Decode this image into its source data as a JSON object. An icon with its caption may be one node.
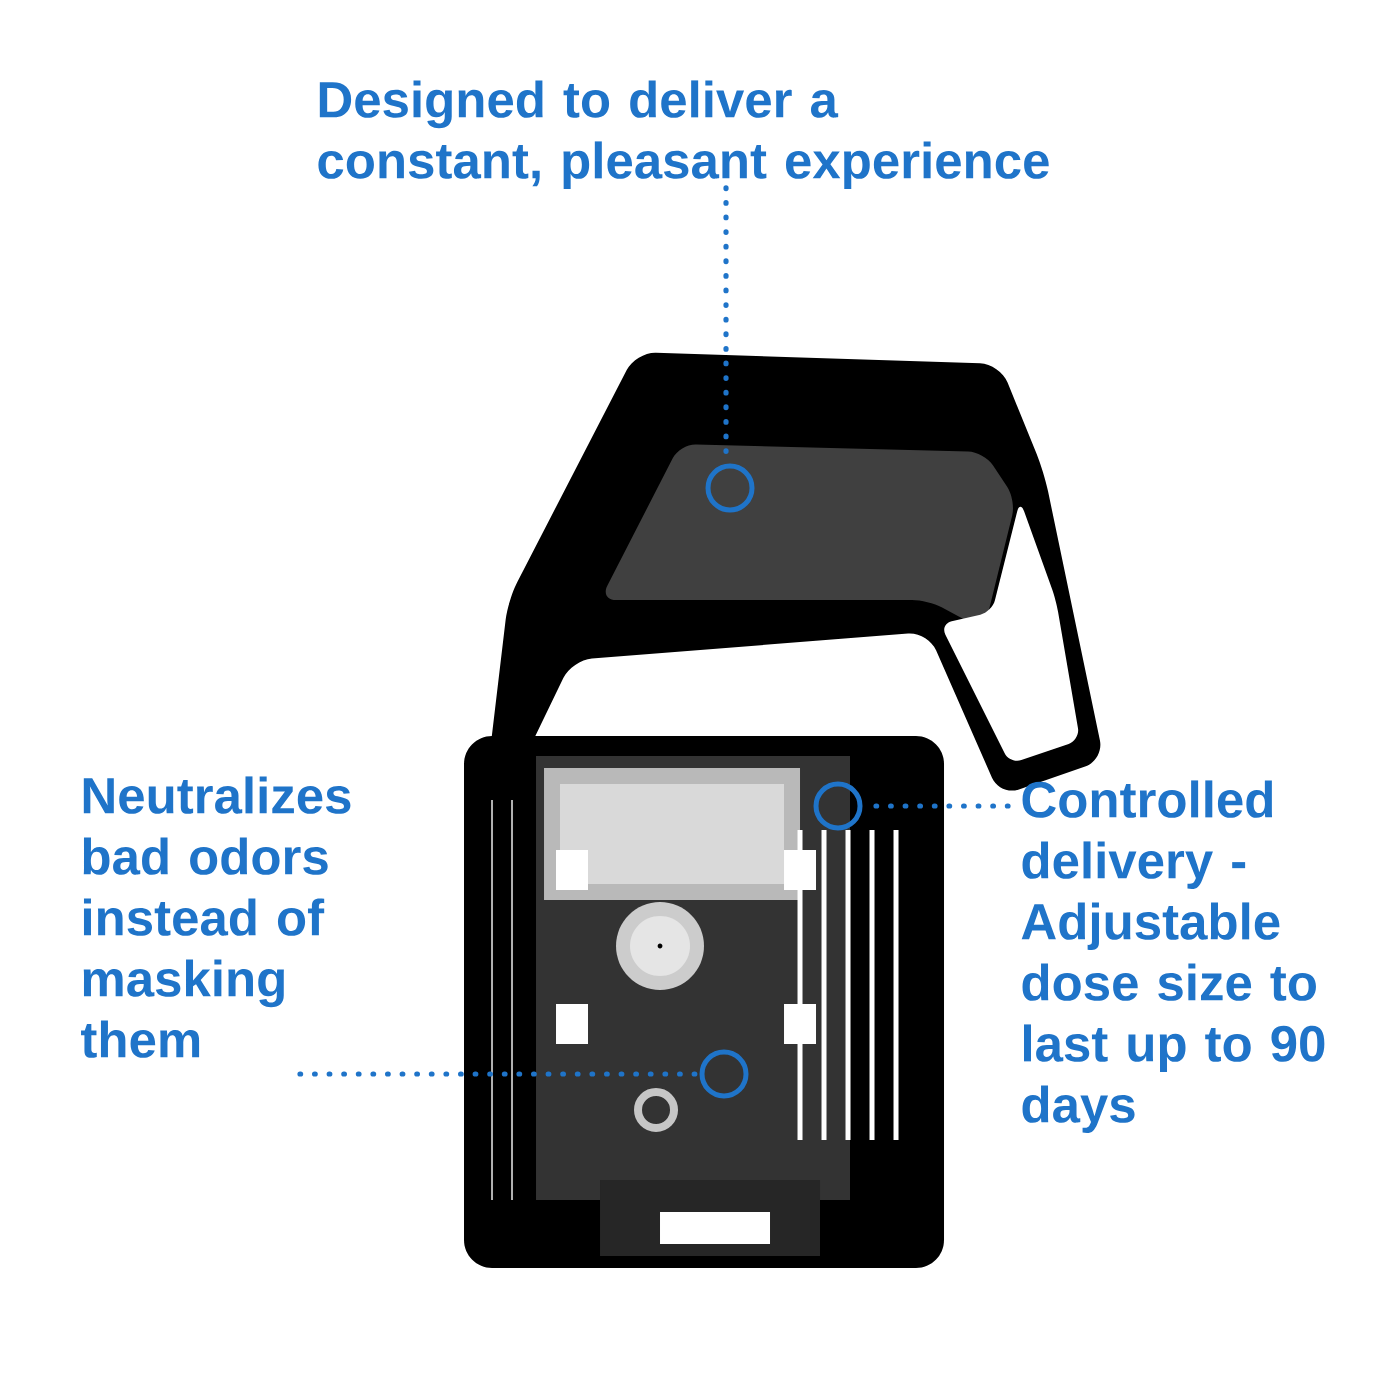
{
  "diagram": {
    "nodes": [
      {
        "text": [
          "Designed to deliver a constant, pleasant experience"
        ]
      },
      {
        "text": [],
        "shape": "circle"
      },
      {
        "text": [],
        "shape": "circle"
      },
      {
        "text": [
          "Controlled delivery - Adjustable dose size to last up to 90 days"
        ]
      },
      {
        "text": [
          "Neutralizes bad odors instead of masking them"
        ]
      },
      {
        "text": [],
        "shape": "circle"
      }
    ],
    "edges": [
      {
        "from": 0,
        "to": 1,
        "arrow": "none"
      },
      {
        "from": 3,
        "to": 2,
        "arrow": "none"
      },
      {
        "from": 4,
        "to": 5,
        "arrow": "none"
      }
    ]
  }
}
